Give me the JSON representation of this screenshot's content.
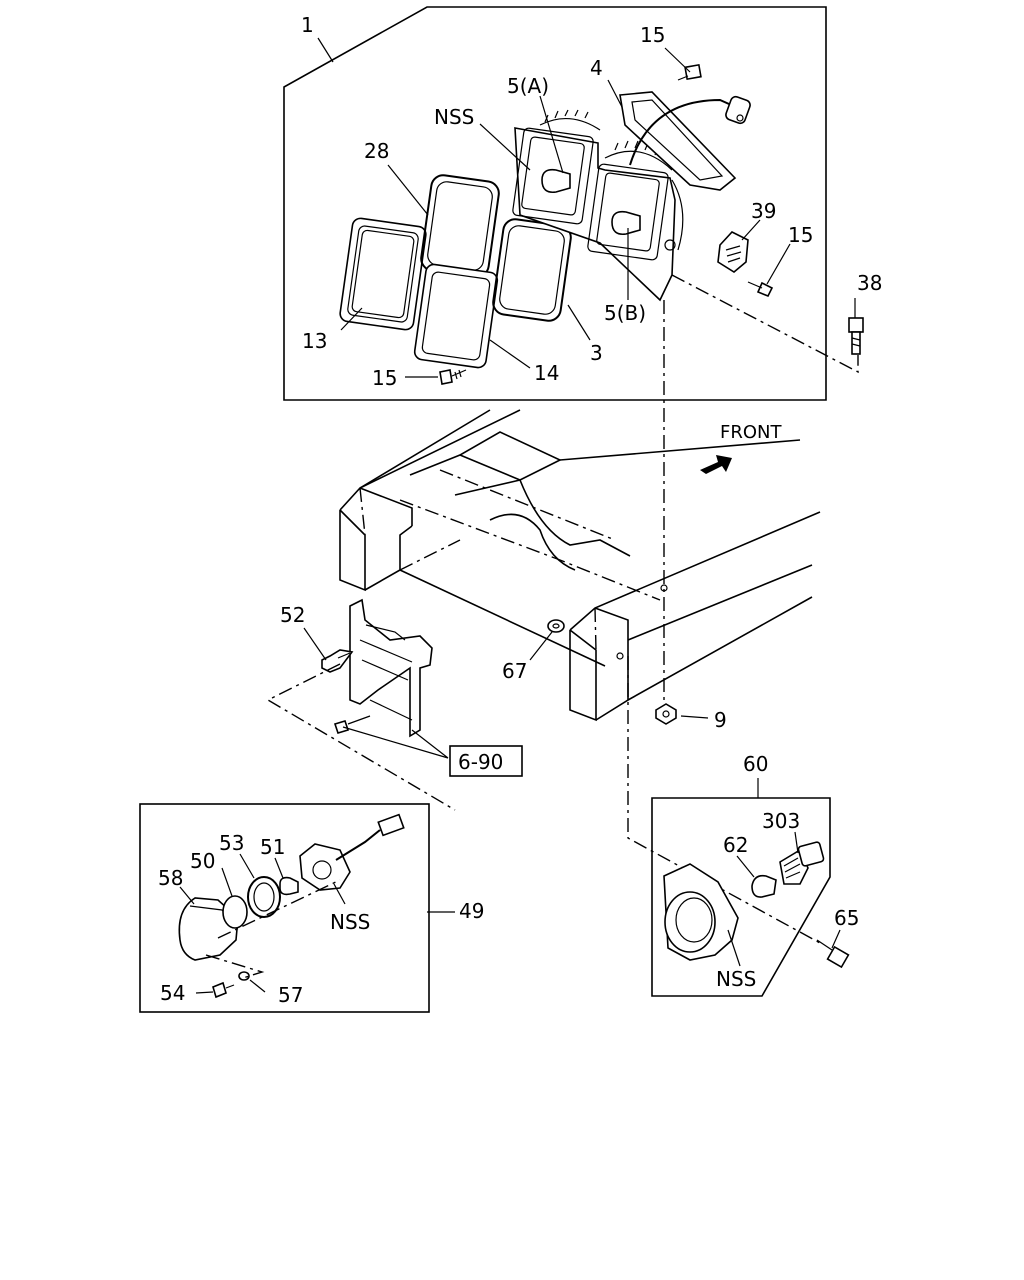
{
  "callouts": {
    "c1": "1",
    "c15a": "15",
    "c4": "4",
    "c5a": "5(A)",
    "nss_top": "NSS",
    "c28": "28",
    "c39": "39",
    "c15b": "15",
    "c38": "38",
    "c5b": "5(B)",
    "c13": "13",
    "c3": "3",
    "c15c": "15",
    "c14": "14",
    "front": "FRONT",
    "c52": "52",
    "c67": "67",
    "c9": "9",
    "ref": "6-90",
    "c60": "60",
    "c303": "303",
    "c62": "62",
    "c65": "65",
    "nss_right": "NSS",
    "c53": "53",
    "c51": "51",
    "c58": "58",
    "c50": "50",
    "nss_left": "NSS",
    "c49": "49",
    "c54": "54",
    "c57": "57"
  }
}
